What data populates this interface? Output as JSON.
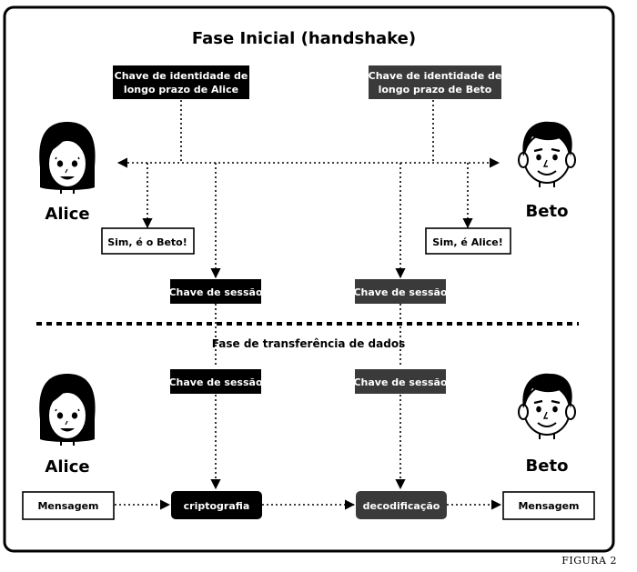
{
  "diagram": {
    "title": "Fase Inicial (handshake)",
    "transfer_phase_label": "Fase de transferência de dados",
    "alice_key_line1": "Chave de identidade de",
    "alice_key_line2": "longo prazo de Alice",
    "beto_key_line1": "Chave de identidade de",
    "beto_key_line2": "longo prazo de Beto",
    "alice_name": "Alice",
    "beto_name": "Beto",
    "alice_confirm": "Sim, é o Beto!",
    "beto_confirm": "Sim, é Alice!",
    "session_key": "Chave de sessão",
    "message": "Mensagem",
    "encrypt": "criptografia",
    "decrypt": "decodificação"
  },
  "colors": {
    "alice_box": "#000000",
    "beto_box": "#3a3a3a",
    "text_on_dark": "#ffffff",
    "line": "#000000",
    "skin": "#ffffff",
    "hair": "#000000"
  },
  "figure_caption": "FIGURA 2"
}
